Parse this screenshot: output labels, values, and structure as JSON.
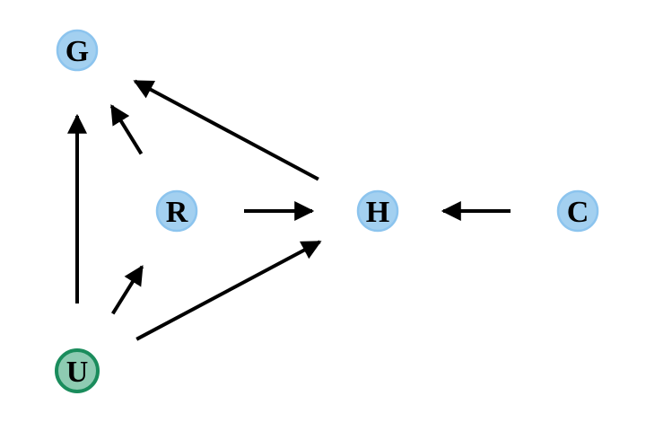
{
  "colors": {
    "node_fill": "#a3d0f0",
    "node_stroke": "#8cc4ee",
    "latent_fill": "#8ecbb2",
    "latent_stroke": "#1a8c5c",
    "edge": "#000000"
  },
  "nodes": [
    {
      "id": "G",
      "label": "G",
      "latent": false
    },
    {
      "id": "R",
      "label": "R",
      "latent": false
    },
    {
      "id": "H",
      "label": "H",
      "latent": false
    },
    {
      "id": "C",
      "label": "C",
      "latent": false
    },
    {
      "id": "U",
      "label": "U",
      "latent": true
    }
  ],
  "edges": [
    {
      "from": "U",
      "to": "G"
    },
    {
      "from": "R",
      "to": "G"
    },
    {
      "from": "H",
      "to": "G"
    },
    {
      "from": "R",
      "to": "H"
    },
    {
      "from": "C",
      "to": "H"
    },
    {
      "from": "U",
      "to": "R"
    },
    {
      "from": "U",
      "to": "H"
    }
  ]
}
